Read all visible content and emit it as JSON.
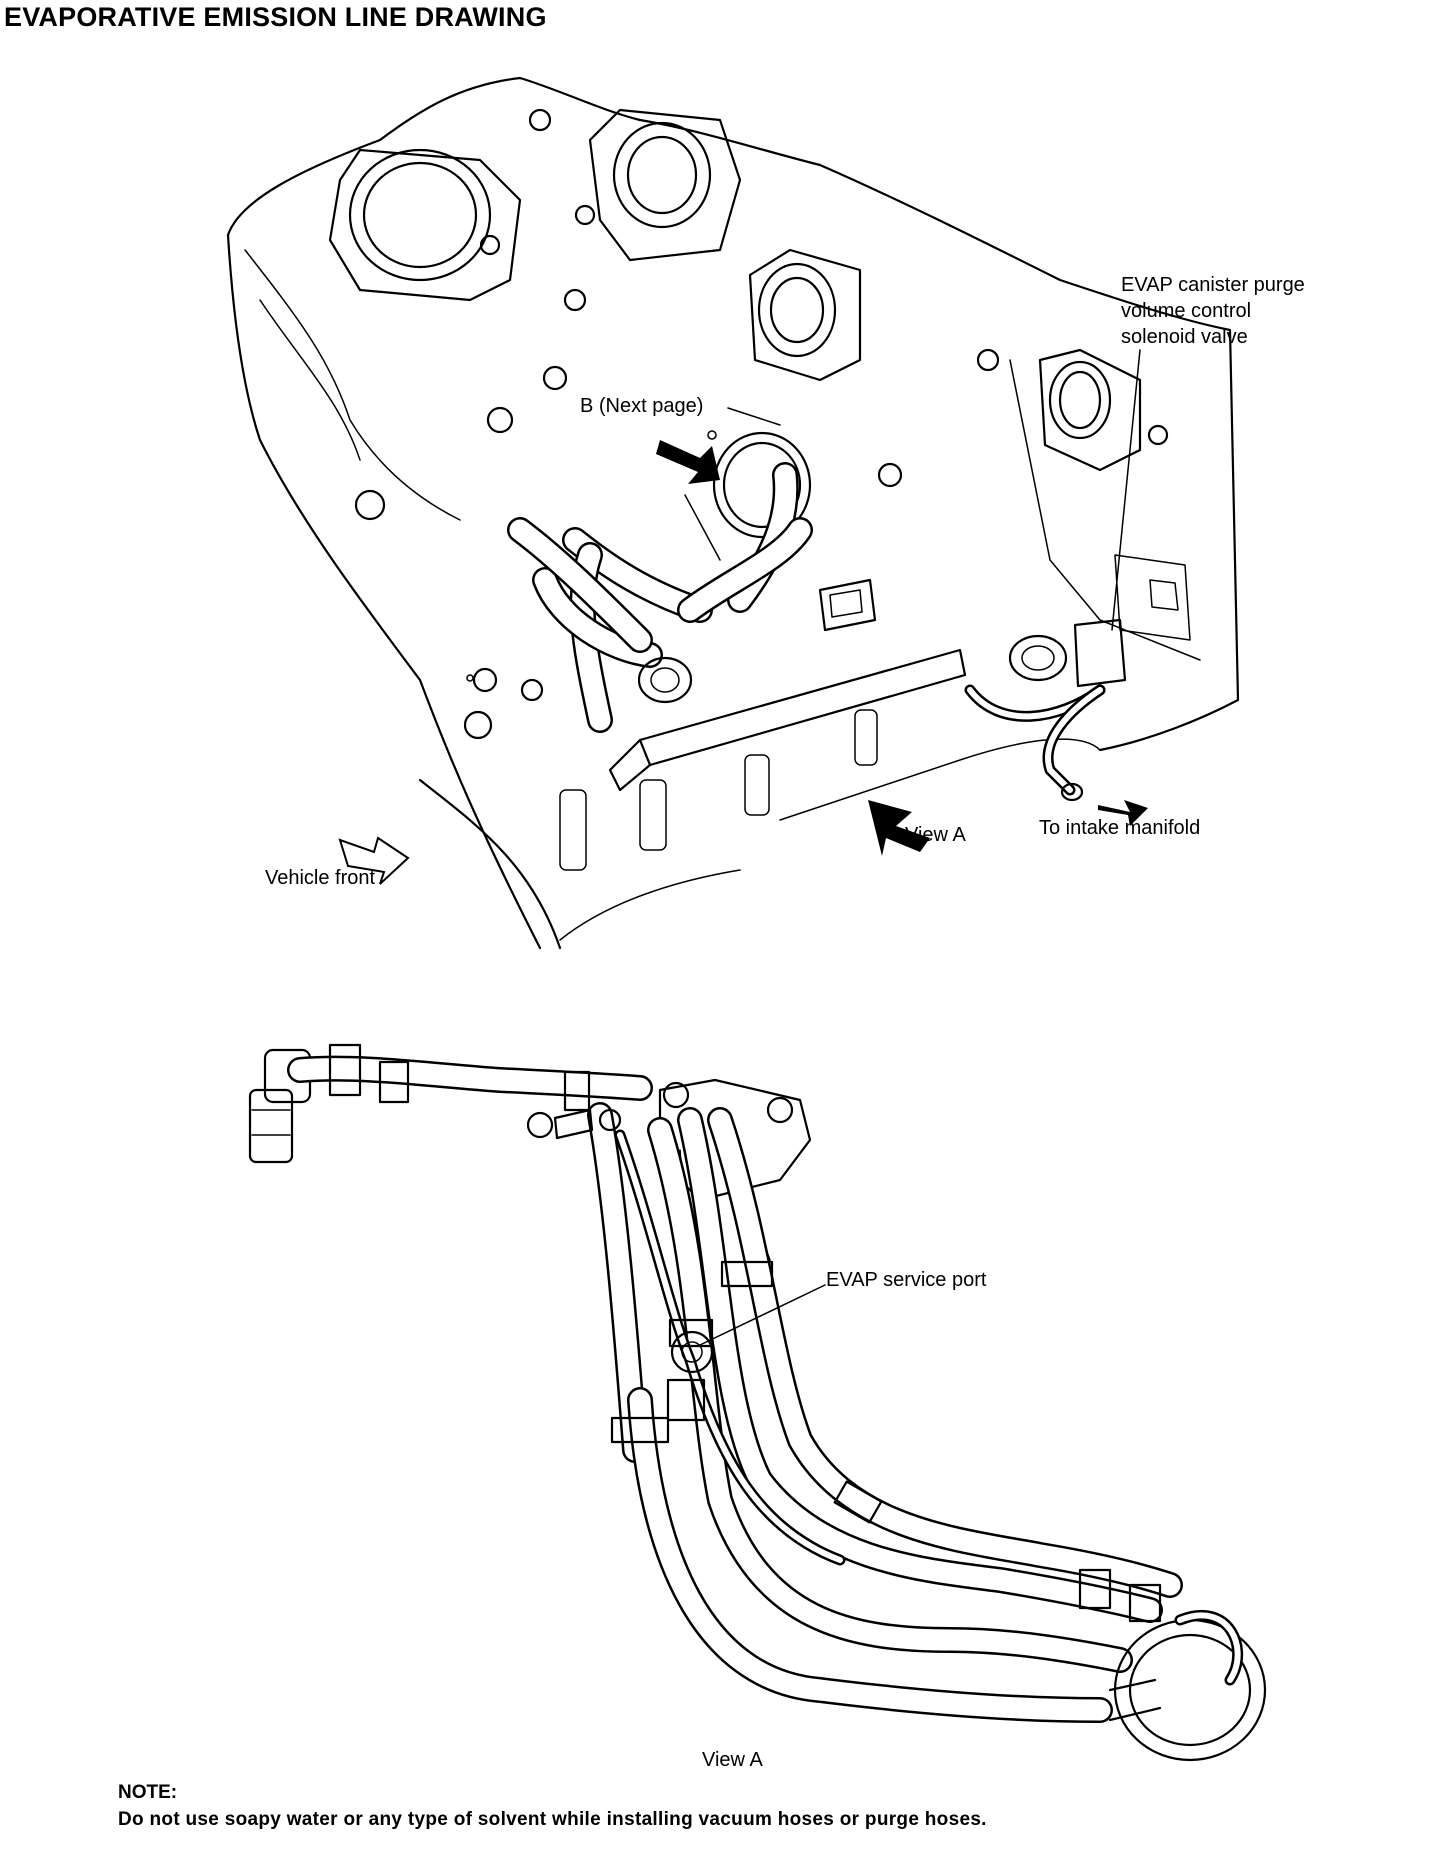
{
  "title": "EVAPORATIVE EMISSION LINE DRAWING",
  "labels": {
    "purge_valve": [
      "EVAP canister purge",
      "volume control",
      "solenoid valve"
    ],
    "b_next_page": "B (Next page)",
    "view_a_arrow": "View A",
    "to_intake": "To intake manifold",
    "vehicle_front": "Vehicle front",
    "service_port": "EVAP service port",
    "view_a_caption": "View A"
  },
  "note": {
    "heading": "NOTE:",
    "text": "Do not use soapy water or any type of  solvent while installing vacuum hoses or purge hoses."
  }
}
